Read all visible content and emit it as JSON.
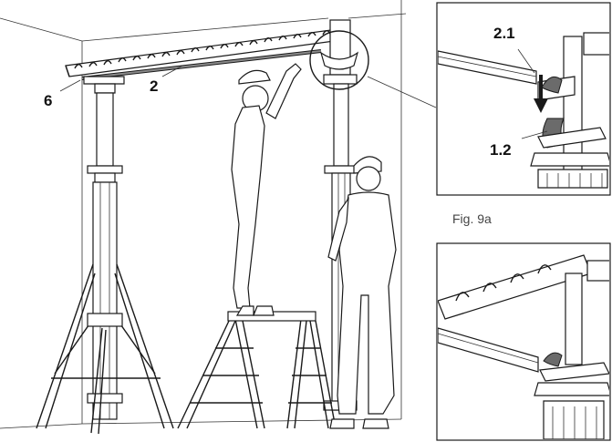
{
  "labels": {
    "callout_6": "6",
    "callout_2": "2",
    "callout_2_1": "2.1",
    "callout_1_2": "1.2"
  },
  "caption": {
    "fig_9a": "Fig. 9a"
  }
}
